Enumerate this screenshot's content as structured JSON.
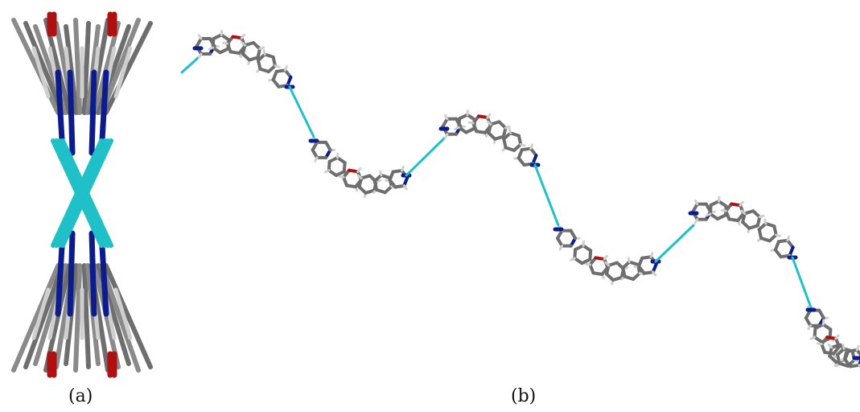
{
  "figure": {
    "panels": [
      {
        "id": "a",
        "label": "(a)"
      },
      {
        "id": "b",
        "label": "(b)"
      }
    ]
  },
  "colors": {
    "carbon": "#6e6e6e",
    "carbon_light": "#8a8a8a",
    "hydrogen": "#cfcfcf",
    "nitrogen": "#0c1c8c",
    "oxygen": "#b01010",
    "metal_link": "#20c0c8",
    "background": "#ffffff"
  }
}
